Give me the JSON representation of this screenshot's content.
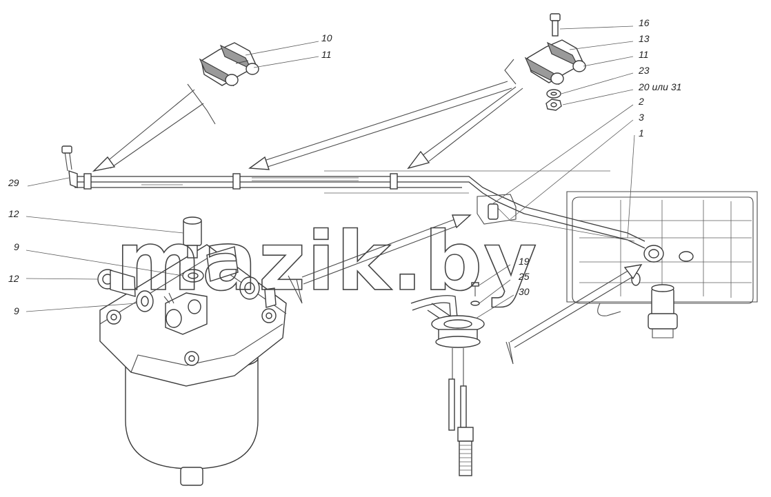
{
  "watermark": "mazik.by",
  "callouts": {
    "c10": "10",
    "c11a": "11",
    "c16": "16",
    "c13": "13",
    "c11b": "11",
    "c23": "23",
    "c20": "20 или 31",
    "c2": "2",
    "c3": "3",
    "c1": "1",
    "c29": "29",
    "c12a": "12",
    "c9a": "9",
    "c12b": "12",
    "c9b": "9",
    "c19": "19",
    "c25": "25",
    "c30": "30"
  }
}
